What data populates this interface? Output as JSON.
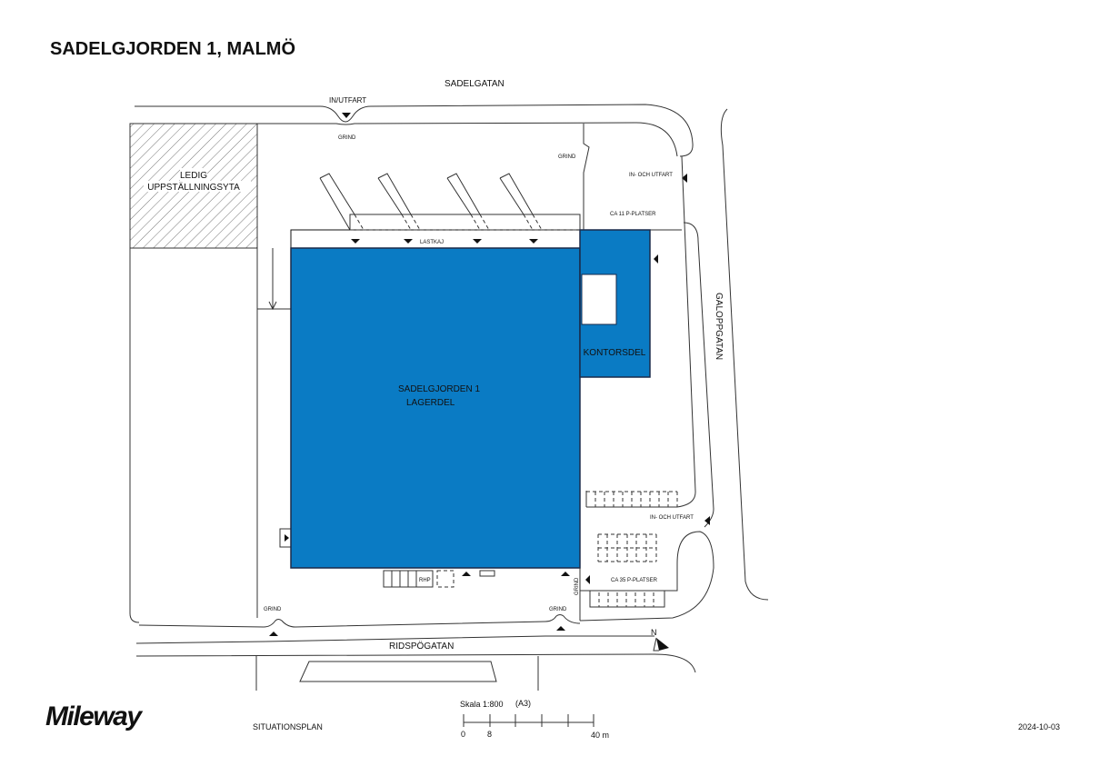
{
  "title": "SADELGJORDEN 1, MALMÖ",
  "streets": {
    "north": "SADELGATAN",
    "east": "GALOPPGATAN",
    "south": "RIDSPÖGATAN"
  },
  "labels": {
    "in_utfart": "IN/UTFART",
    "grind": "GRIND",
    "ledig_1": "LEDIG",
    "ledig_2": "UPPSTÄLLNINGSYTA",
    "in_och_utfart": "IN- OCH UTFART",
    "p11": "CA 11 P-PLATSER",
    "lastkaj": "LASTKAJ",
    "building_1": "SADELGJORDEN 1",
    "building_2": "LAGERDEL",
    "kontorsdel": "KONTORSDEL",
    "rhp": "RHP",
    "p35": "CA 35 P-PLATSER",
    "north": "N"
  },
  "footer": {
    "logo": "Mileway",
    "plan": "SITUATIONSPLAN",
    "scale": "Skala 1:800",
    "paper": "(A3)",
    "scale_ticks": [
      "0",
      "8",
      "40 m"
    ],
    "date": "2024-10-03"
  },
  "colors": {
    "building": "#0a7bc4",
    "outline": "#1a2a4a"
  }
}
